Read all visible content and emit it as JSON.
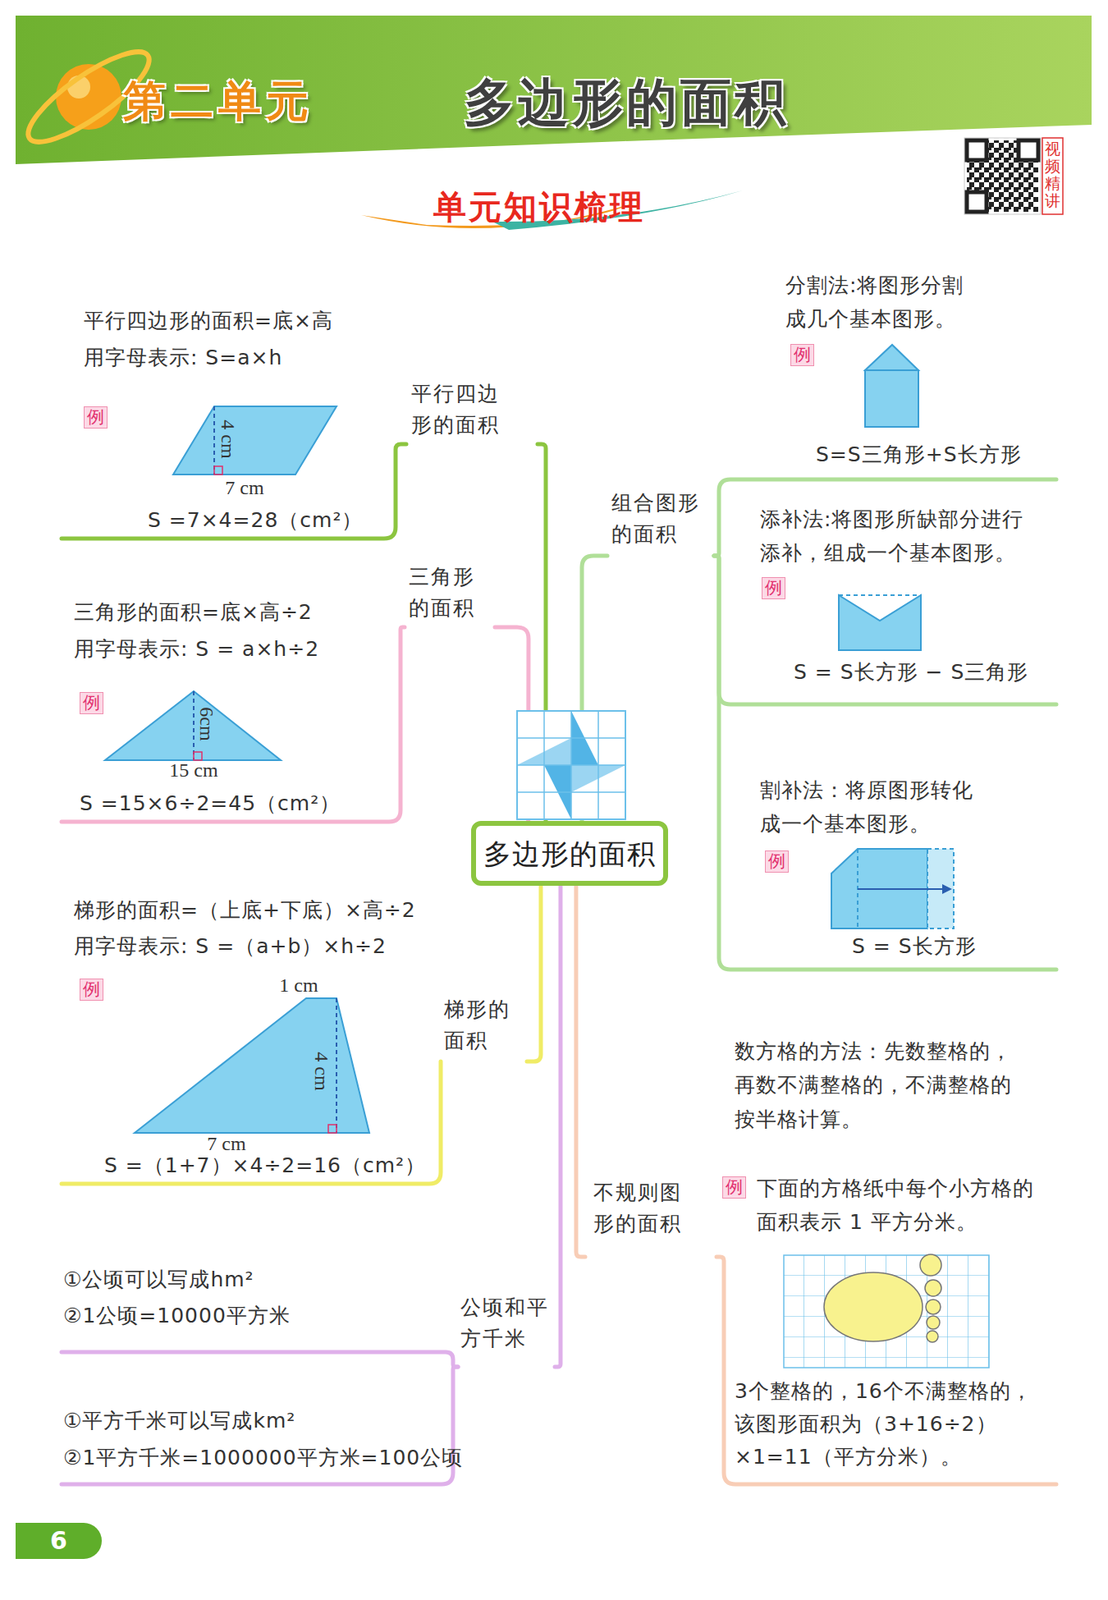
{
  "diagram": {
    "title": "多边形的面积",
    "nodes": [
      {
        "text": [
          "多边形的面积"
        ]
      },
      {
        "text": [
          "平行四边形的面积"
        ]
      },
      {
        "text": [
          "平行四边形的面积=底×高",
          "用字母表示: S=a×h",
          "例",
          "4 cm",
          "7 cm",
          "S =7×4=28（cm²）"
        ]
      },
      {
        "text": [
          "三角形的面积"
        ]
      },
      {
        "text": [
          "三角形的面积=底×高÷2",
          "用字母表示: S = a×h÷2",
          "例",
          "6cm",
          "15 cm",
          "S =15×6÷2=45（cm²）"
        ]
      },
      {
        "text": [
          "梯形的面积"
        ]
      },
      {
        "text": [
          "梯形的面积=（上底+下底）×高÷2",
          "用字母表示: S =（a+b）×h÷2",
          "例",
          "1 cm",
          "4 cm",
          "7 cm",
          "S =（1+7）×4÷2=16（cm²）"
        ]
      },
      {
        "text": [
          "公顷和平方千米"
        ]
      },
      {
        "text": [
          "①公顷可以写成hm²",
          "②1公顷=10000平方米"
        ]
      },
      {
        "text": [
          "①平方千米可以写成km²",
          "②1平方千米=1000000平方米=100公顷"
        ]
      },
      {
        "text": [
          "组合图形的面积"
        ]
      },
      {
        "text": [
          "分割法:将图形分割成几个基本图形。",
          "例",
          "S=S三角形+S长方形"
        ]
      },
      {
        "text": [
          "添补法:将图形所缺部分进行添补，组成一个基本图形。",
          "例",
          "S = S长方形 − S三角形"
        ]
      },
      {
        "text": [
          "割补法：将原图形转化成一个基本图形。",
          "例",
          "S = S长方形"
        ]
      },
      {
        "text": [
          "不规则图形的面积"
        ]
      },
      {
        "text": [
          "数方格的方法：先数整格的，再数不满整格的，不满整格的按半格计算。",
          "例",
          "下面的方格纸中每个小方格的面积表示 1 平方分米。",
          "3个整格的，16个不满整格的，该图形面积为（3+16÷2）×1=11（平方分米）。"
        ]
      }
    ],
    "edges": [
      {
        "from": 0,
        "to": 1,
        "arrow": "none"
      },
      {
        "from": 1,
        "to": 2,
        "arrow": "none"
      },
      {
        "from": 0,
        "to": 3,
        "arrow": "none"
      },
      {
        "from": 3,
        "to": 4,
        "arrow": "none"
      },
      {
        "from": 0,
        "to": 5,
        "arrow": "none"
      },
      {
        "from": 5,
        "to": 6,
        "arrow": "none"
      },
      {
        "from": 0,
        "to": 7,
        "arrow": "none"
      },
      {
        "from": 7,
        "to": 8,
        "arrow": "none"
      },
      {
        "from": 7,
        "to": 9,
        "arrow": "none"
      },
      {
        "from": 0,
        "to": 10,
        "arrow": "none"
      },
      {
        "from": 10,
        "to": 11,
        "arrow": "none"
      },
      {
        "from": 10,
        "to": 12,
        "arrow": "none"
      },
      {
        "from": 10,
        "to": 13,
        "arrow": "none"
      },
      {
        "from": 0,
        "to": 14,
        "arrow": "none"
      },
      {
        "from": 14,
        "to": 15,
        "arrow": "none"
      }
    ],
    "labels": [
      "第二单元",
      "单元知识梳理",
      "视频精讲",
      "6"
    ]
  }
}
